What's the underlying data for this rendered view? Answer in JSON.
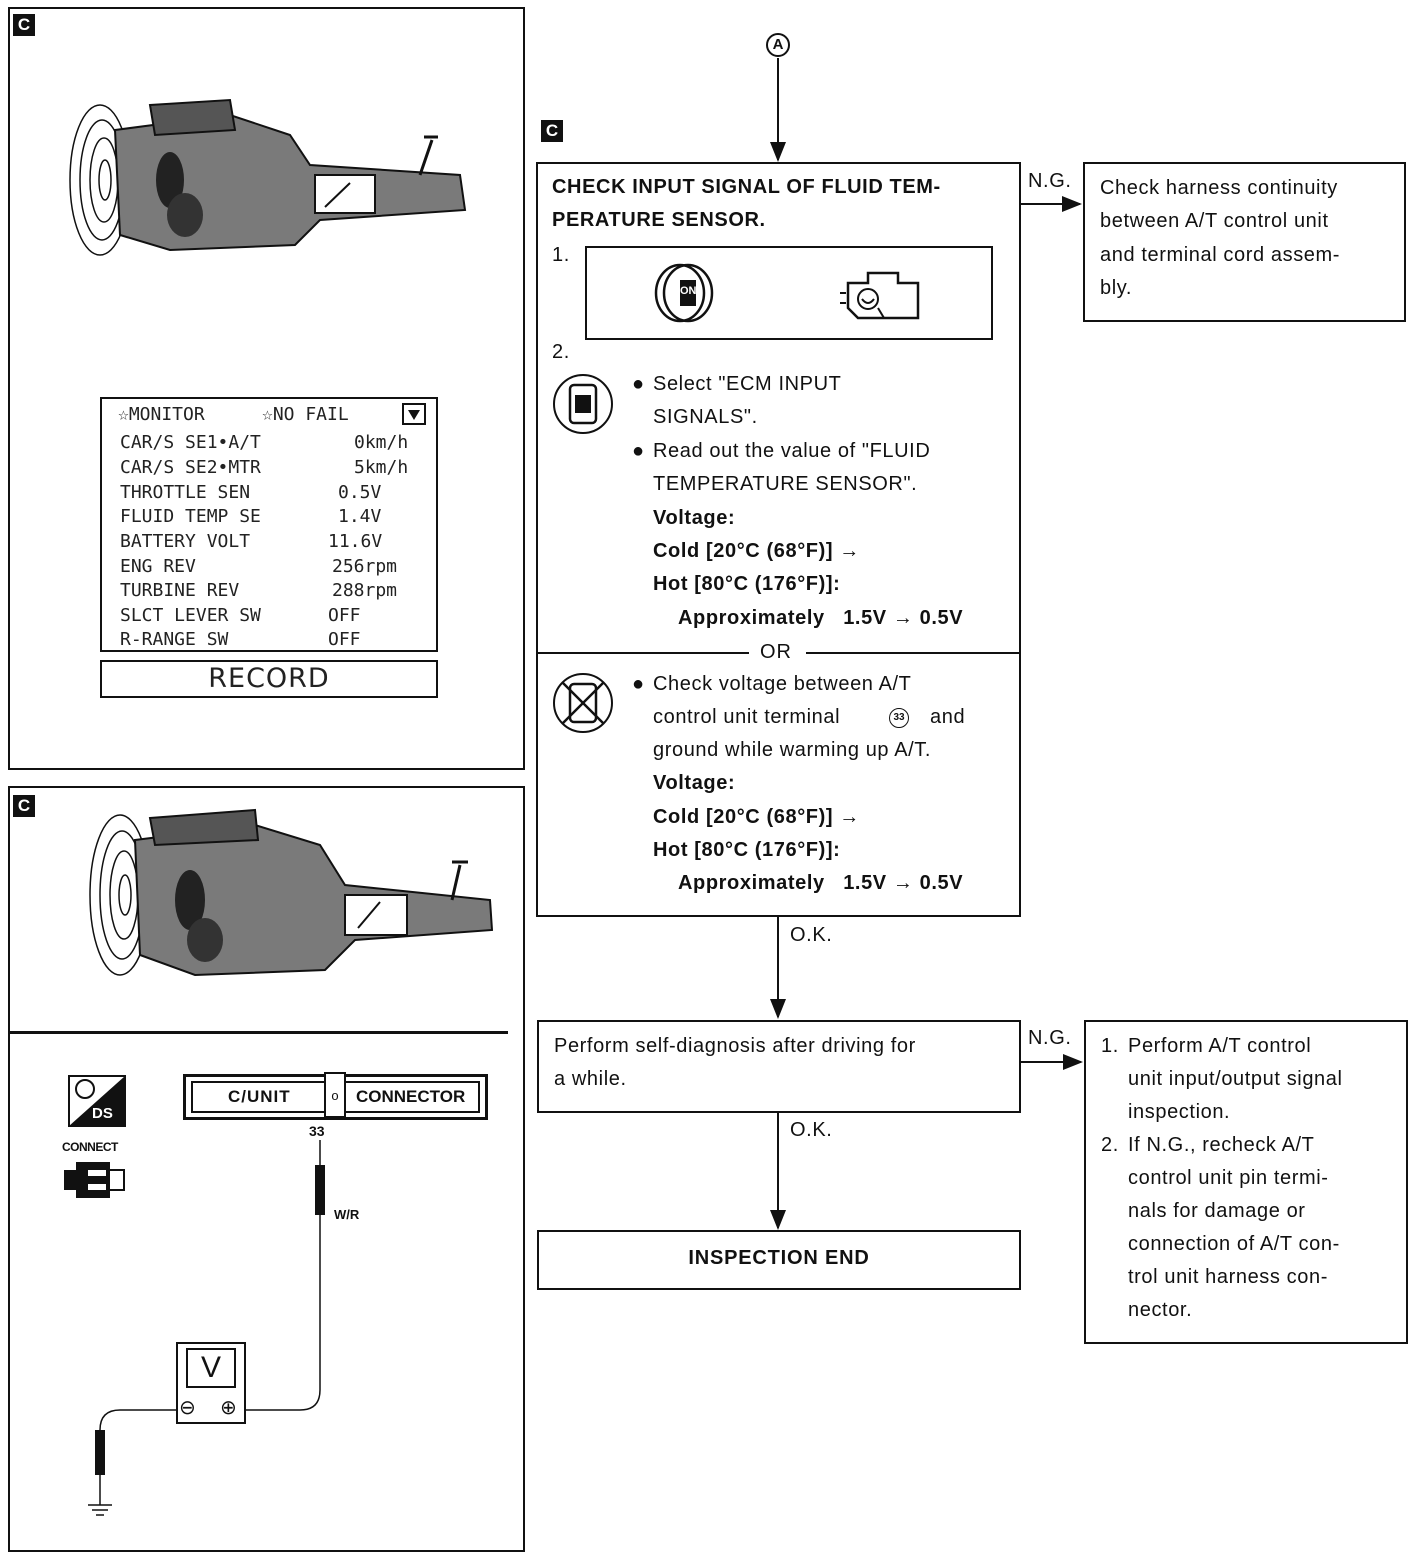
{
  "panels": {
    "c_label": "C",
    "monitor": {
      "header_left": "☆MONITOR",
      "header_right": "☆NO FAIL",
      "rows": [
        {
          "name": "CAR/S SE1•A/T",
          "value": "0km/h"
        },
        {
          "name": "CAR/S SE2•MTR",
          "value": "5km/h"
        },
        {
          "name": "THROTTLE SEN",
          "value": "0.5V"
        },
        {
          "name": "FLUID TEMP SE",
          "value": "1.4V"
        },
        {
          "name": "BATTERY VOLT",
          "value": "11.6V"
        },
        {
          "name": "ENG REV",
          "value": "256rpm"
        },
        {
          "name": "TURBINE REV",
          "value": "288rpm"
        },
        {
          "name": "SLCT LEVER SW",
          "value": "OFF"
        },
        {
          "name": "R-RANGE SW",
          "value": "OFF"
        }
      ],
      "record_button": "RECORD"
    },
    "wiring": {
      "connector_left": "C/UNIT",
      "connector_right": "CONNECTOR",
      "pin": "33",
      "wire_color": "W/R",
      "meter": "V",
      "minus": "⊖",
      "plus": "⊕",
      "connect_label": "CONNECT",
      "ds_label": "DS"
    }
  },
  "flow": {
    "connector_in": "A",
    "c_label": "C",
    "check_box": {
      "title_line1": "CHECK INPUT SIGNAL OF FLUID TEM-",
      "title_line2": "PERATURE SENSOR.",
      "step1": "1.",
      "step2": "2.",
      "ign_label": "ON",
      "bullet1_line1": "Select \"ECM INPUT",
      "bullet1_line2": "SIGNALS\".",
      "bullet2_line1": "Read out the value of \"FLUID",
      "bullet2_line2": "TEMPERATURE SENSOR\".",
      "voltage_label": "Voltage:",
      "cold": "Cold [20°C (68°F)] →",
      "hot": "Hot [80°C (176°F)]:",
      "approx": "Approximately   1.5V → 0.5V",
      "or_label": "OR",
      "bullet3_line1": "Check voltage between A/T",
      "bullet3_line2a": "control unit terminal",
      "bullet3_terminal": "33",
      "bullet3_line2b": "and",
      "bullet3_line3": "ground while warming up A/T.",
      "voltage_label2": "Voltage:",
      "cold2": "Cold [20°C (68°F)] →",
      "hot2": "Hot [80°C (176°F)]:",
      "approx2": "Approximately   1.5V → 0.5V"
    },
    "ng1": "N.G.",
    "ng1_box": [
      "Check harness continuity",
      "between A/T control unit",
      "and terminal cord assem-",
      "bly."
    ],
    "ok1": "O.K.",
    "selfdiag_box": [
      "Perform self-diagnosis after driving for",
      "a while."
    ],
    "ng2": "N.G.",
    "ng2_box": {
      "item1": [
        "1.",
        "Perform A/T control",
        "unit input/output signal",
        "inspection."
      ],
      "item2": [
        "2.",
        "If N.G., recheck A/T",
        "control unit pin termi-",
        "nals for damage or",
        "connection of A/T con-",
        "trol unit harness con-",
        "nector."
      ]
    },
    "ok2": "O.K.",
    "end_box": "INSPECTION END"
  }
}
